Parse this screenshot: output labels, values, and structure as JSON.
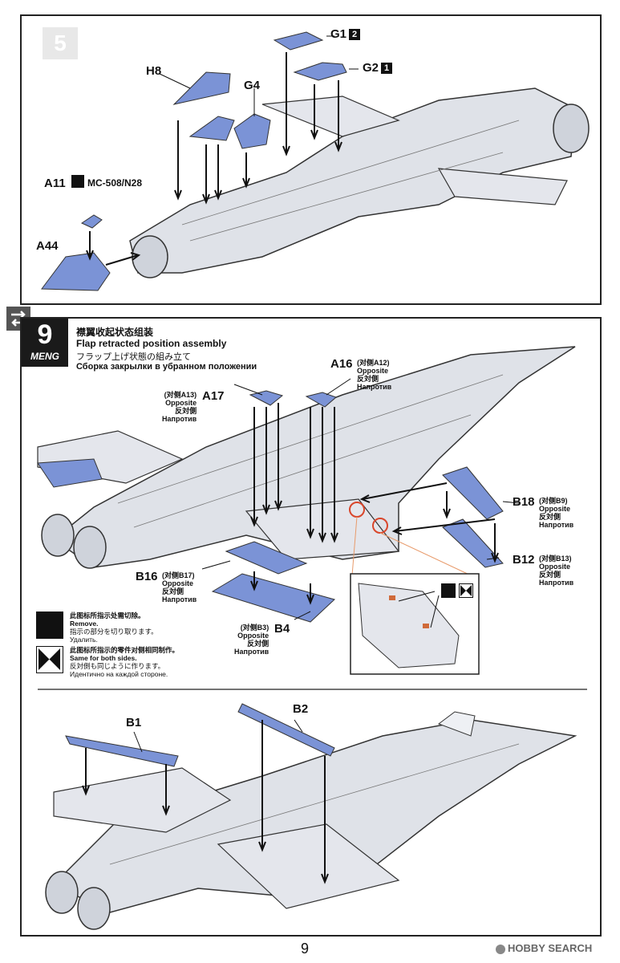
{
  "step5": {
    "number": "5",
    "labels": {
      "g1": "G1",
      "g1_badge": "2",
      "g2": "G2",
      "g2_badge": "1",
      "h8": "H8",
      "g4": "G4",
      "a11": "A11",
      "paint": "MC-508/N28",
      "a44": "A44"
    }
  },
  "step9": {
    "number": "9",
    "brand": "MENG",
    "title_cn": "襟翼收起状态组装",
    "title_en": "Flap retracted position assembly",
    "title_jp": "フラップ上げ状態の組み立て",
    "title_ru": "Сборка закрылки в убранном положении",
    "parts": {
      "a16": {
        "name": "A16",
        "opp_cn": "(对侧A12)",
        "opp_en": "Opposite",
        "opp_jp": "反対側",
        "opp_ru": "Напротив"
      },
      "a17": {
        "name": "A17",
        "opp_cn": "(对侧A13)",
        "opp_en": "Opposite",
        "opp_jp": "反対側",
        "opp_ru": "Напротив"
      },
      "b18": {
        "name": "B18",
        "opp_cn": "(对侧B9)",
        "opp_en": "Opposite",
        "opp_jp": "反対側",
        "opp_ru": "Напротив"
      },
      "b12": {
        "name": "B12",
        "opp_cn": "(对侧B13)",
        "opp_en": "Opposite",
        "opp_jp": "反対側",
        "opp_ru": "Напротив"
      },
      "b16": {
        "name": "B16",
        "opp_cn": "(对侧B17)",
        "opp_en": "Opposite",
        "opp_jp": "反対側",
        "opp_ru": "Напротив"
      },
      "b4": {
        "name": "B4",
        "opp_cn": "(对侧B3)",
        "opp_en": "Opposite",
        "opp_jp": "反対側",
        "opp_ru": "Напротив"
      }
    },
    "legend": {
      "remove_cn": "此图标所指示处需切除。",
      "remove_en": "Remove.",
      "remove_jp": "指示の部分を切り取ります。",
      "remove_ru": "Удалить.",
      "same_cn": "此图标所指示的零件对侧相同制作。",
      "same_en": "Same for both sides.",
      "same_jp": "反対側も同じように作ります。",
      "same_ru": "Идентично на каждой стороне."
    },
    "lower": {
      "b1": "B1",
      "b2": "B2"
    }
  },
  "footer": {
    "page_number": "9",
    "watermark": "HOBBY SEARCH"
  },
  "colors": {
    "part_blue": "#7b93d6",
    "part_blue_dark": "#5a73bd",
    "body_grey": "#d9dce3",
    "line": "#333333"
  }
}
